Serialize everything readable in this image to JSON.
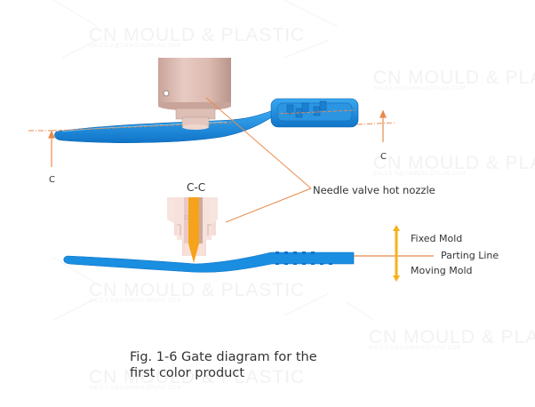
{
  "watermark": {
    "brand": "CN MOULD & PLASTIC",
    "email": "SALES.A@CNMOULDPLAS.COM"
  },
  "labels": {
    "section_mark_left": "C",
    "section_mark_right": "C",
    "section_title": "C-C",
    "nozzle_callout": "Needle valve hot nozzle",
    "fixed_mold": "Fixed Mold",
    "parting_line": "Parting Line",
    "moving_mold": "Moving Mold"
  },
  "caption": {
    "line1": "Fig. 1-6 Gate diagram for the",
    "line2": "first color product"
  },
  "colors": {
    "product_blue": "#1a8ee0",
    "nozzle_pink": "#e8c9c0",
    "needle_orange": "#f7a21b",
    "leader_orange": "#e88a4a",
    "text": "#333333"
  }
}
